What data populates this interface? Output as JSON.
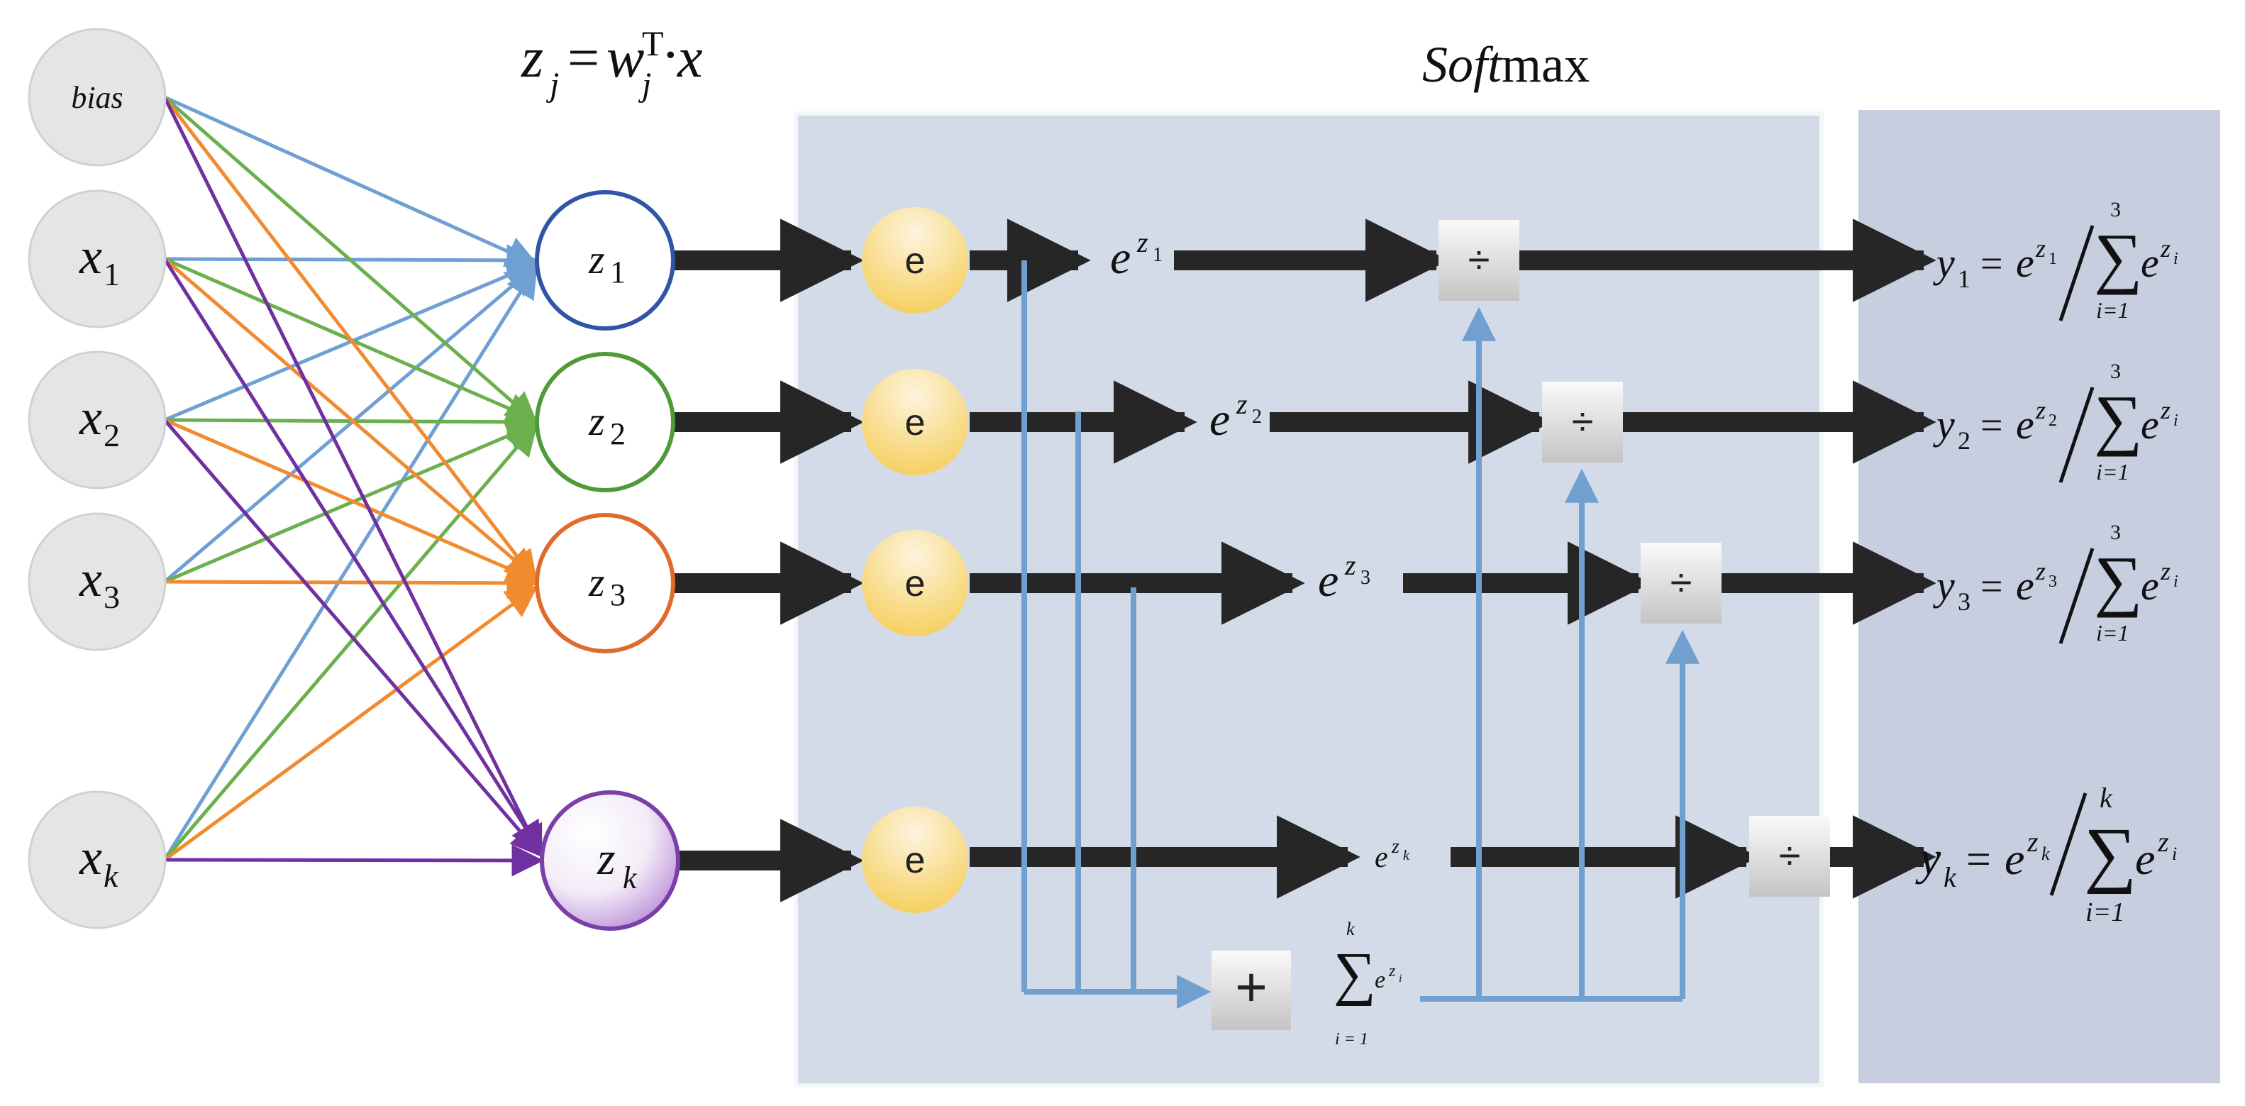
{
  "header": {
    "formula": {
      "z": "z",
      "j": "j",
      "eq": "=",
      "w": "w",
      "T": "T",
      "dot": "·",
      "x": "x"
    },
    "softmax": {
      "italic": "Soft",
      "rest": "max"
    }
  },
  "inputs": [
    {
      "label": "bias",
      "sub": ""
    },
    {
      "label": "x",
      "sub": "1"
    },
    {
      "label": "x",
      "sub": "2"
    },
    {
      "label": "x",
      "sub": "3"
    },
    {
      "label": "x",
      "sub": "k"
    }
  ],
  "neurons": [
    {
      "label": "z",
      "sub": "1",
      "color": "#2f55a4"
    },
    {
      "label": "z",
      "sub": "2",
      "color": "#4f9a3a"
    },
    {
      "label": "z",
      "sub": "3",
      "color": "#e06a2b"
    },
    {
      "label": "z",
      "sub": "k",
      "color": "#7b3fa8"
    }
  ],
  "connection_colors": {
    "bias": "#6f9fd3",
    "z1": "#6f9fd3",
    "z2": "#6ab04c",
    "z3": "#f28a30",
    "zk": "#7030a0"
  },
  "exp_node": {
    "label": "e"
  },
  "exp_outputs": [
    {
      "base": "e",
      "sup": "z",
      "supsub": "1"
    },
    {
      "base": "e",
      "sup": "z",
      "supsub": "2"
    },
    {
      "base": "e",
      "sup": "z",
      "supsub": "3"
    },
    {
      "base": "e",
      "sup": "z",
      "supsub": "k"
    }
  ],
  "sum_node": {
    "label": "+"
  },
  "sum_expr": {
    "sigma": "∑",
    "upper": "k",
    "lower": "i = 1",
    "base": "e",
    "sup": "z",
    "supsub": "i"
  },
  "divide_label": "÷",
  "outputs": [
    {
      "y": "y",
      "ysub": "1",
      "eq": "=",
      "e": "e",
      "z": "z",
      "zsub": "1",
      "sigma": "∑",
      "upper": "3",
      "lower": "i=1",
      "zi": "z",
      "zisub": "i"
    },
    {
      "y": "y",
      "ysub": "2",
      "eq": "=",
      "e": "e",
      "z": "z",
      "zsub": "2",
      "sigma": "∑",
      "upper": "3",
      "lower": "i=1",
      "zi": "z",
      "zisub": "i"
    },
    {
      "y": "y",
      "ysub": "3",
      "eq": "=",
      "e": "e",
      "z": "z",
      "zsub": "3",
      "sigma": "∑",
      "upper": "3",
      "lower": "i=1",
      "zi": "z",
      "zisub": "i"
    },
    {
      "y": "y",
      "ysub": "k",
      "eq": "=",
      "e": "e",
      "z": "z",
      "zsub": "k",
      "sigma": "∑",
      "upper": "k",
      "lower": "i=1",
      "zi": "z",
      "zisub": "i"
    }
  ],
  "colors": {
    "softmax_panel": "#d2dbe7",
    "output_panel": "#c7cee0",
    "main_arrow": "#262626",
    "blue_line": "#6fa0d0",
    "input_fill": "#e3e5e6",
    "exp_fill_top": "#fbeecf",
    "exp_fill_bottom": "#f7d56a",
    "op_fill_top": "#f7f7f7",
    "op_fill_bottom": "#c8c8c8"
  }
}
